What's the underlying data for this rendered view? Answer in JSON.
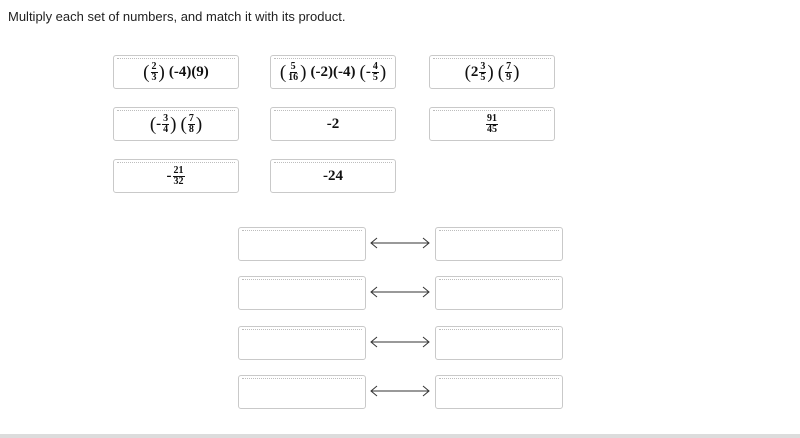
{
  "instruction": "Multiply each set of numbers, and match it with its product.",
  "tiles": {
    "t1": {
      "n1": "2",
      "d1": "3",
      "rest": "(-4)(9)"
    },
    "t2": {
      "n1": "5",
      "d1": "16",
      "mid": "(-2)(-4)",
      "neg": "-",
      "n2": "4",
      "d2": "5"
    },
    "t3": {
      "whole": "2",
      "n1": "3",
      "d1": "5",
      "n2": "7",
      "d2": "9"
    },
    "t4": {
      "neg": "-",
      "n1": "3",
      "d1": "4",
      "n2": "7",
      "d2": "8"
    },
    "t5": {
      "value": "-2"
    },
    "t6": {
      "n": "91",
      "d": "45"
    },
    "t7": {
      "neg": "-",
      "n": "21",
      "d": "32"
    },
    "t8": {
      "value": "-24"
    }
  },
  "parens": {
    "open": "(",
    "close": ")"
  }
}
